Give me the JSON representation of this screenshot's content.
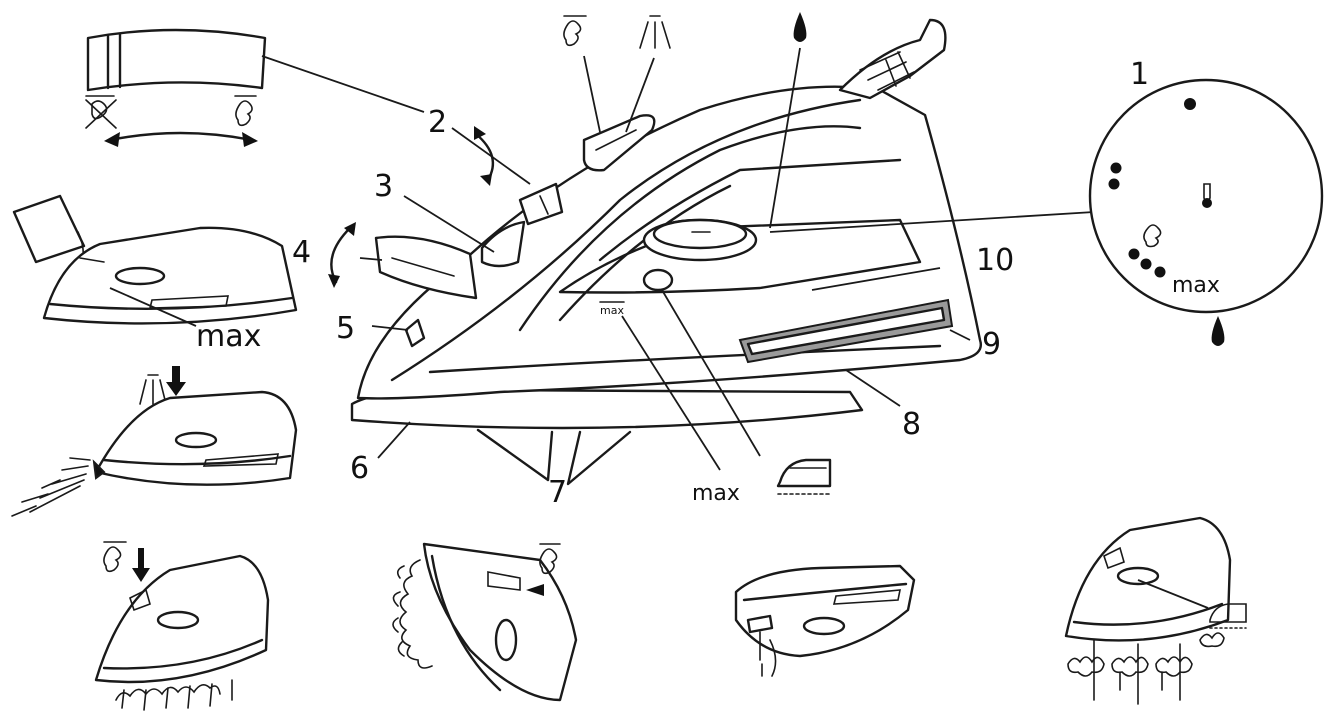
{
  "callouts": {
    "n1": "1",
    "n2": "2",
    "n3": "3",
    "n4": "4",
    "n5": "5",
    "n6": "6",
    "n7": "7",
    "n8": "8",
    "n9": "9",
    "n10": "10"
  },
  "max_labels": {
    "pour_max": "max",
    "tank_max": "max",
    "tank_mark": "max",
    "dial_max": "max"
  },
  "icons": {
    "steam_off": "no-steam-icon",
    "steam_on": "steam-icon",
    "spray": "spray-icon",
    "steam_burst": "steam-burst-icon",
    "drip": "water-drop-icon",
    "self_clean": "self-clean-icon"
  }
}
